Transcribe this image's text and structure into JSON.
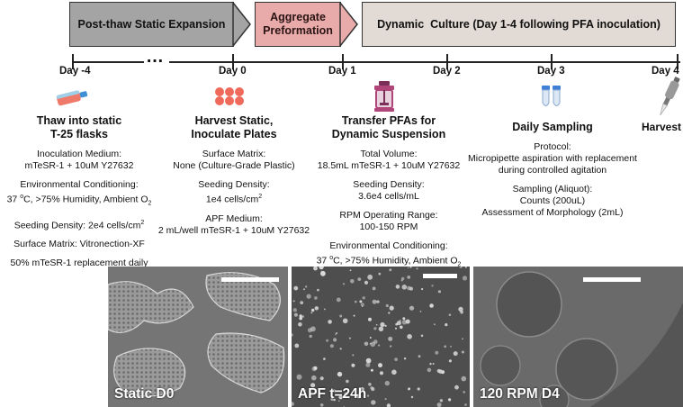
{
  "phases": [
    {
      "label": "Post-thaw Static Expansion"
    },
    {
      "label": "Aggregate Preformation"
    },
    {
      "label": "Dynamic  Culture (Day 1-4 following PFA inoculation)"
    }
  ],
  "timeline": {
    "ellipsis": "…",
    "days": [
      "Day -4",
      "Day 0",
      "Day 1",
      "Day 2",
      "Day 3",
      "Day 4"
    ]
  },
  "columns": {
    "thaw": {
      "heading1": "Thaw into static",
      "heading2": "T-25 flasks",
      "inoc_label": "Inoculation Medium:",
      "inoc_value": "mTeSR-1 + 10uM Y27632",
      "env_label": "Environmental Conditioning:",
      "env_value_pre": "37 ",
      "env_value_deg": "o",
      "env_value_mid": "C, >75% Humidity, Ambient O",
      "env_value_sub": "2",
      "seed": "Seeding Density: 2e4 cells/cm",
      "seed_sup": "2",
      "matrix": "Surface Matrix: Vitronection-XF",
      "replace": "50% mTeSR-1 replacement daily"
    },
    "harvest_static": {
      "heading1": "Harvest Static,",
      "heading2": "Inoculate Plates",
      "matrix_label": "Surface Matrix:",
      "matrix_value": "None (Culture-Grade Plastic)",
      "seed_label": "Seeding Density:",
      "seed_value": "1e4 cells/cm",
      "seed_sup": "2",
      "apf_label": "APF Medium:",
      "apf_value": "2 mL/well mTeSR-1 + 10uM Y27632"
    },
    "transfer": {
      "heading1": "Transfer PFAs for",
      "heading2": "Dynamic Suspension",
      "vol_label": "Total Volume:",
      "vol_value": "18.5mL mTeSR-1 + 10uM Y27632",
      "seed_label": "Seeding Density:",
      "seed_value": "3.6e4 cells/mL",
      "rpm_label": "RPM Operating Range:",
      "rpm_value": "100-150 RPM",
      "env_label": "Environmental Conditioning:",
      "env_value_pre": "37 ",
      "env_value_deg": "o",
      "env_value_mid": "C, >75% Humidity, Ambient O",
      "env_value_sub": "2"
    },
    "sampling": {
      "heading": "Daily Sampling",
      "protocol_label": "Protocol:",
      "protocol_line1": "Micropipette aspiration with replacement",
      "protocol_line2": "during controlled agitation",
      "aliquot_label": "Sampling (Aliquot):",
      "aliquot_line1": "Counts (200uL)",
      "aliquot_line2": "Assessment of Morphology (2mL)"
    },
    "harvest": {
      "heading": "Harvest"
    }
  },
  "photos": [
    {
      "caption": "Static D0"
    },
    {
      "caption": "APF t=24h"
    },
    {
      "caption": "120 RPM D4"
    }
  ],
  "colors": {
    "phase1": "#a4a4a4",
    "phase2": "#e9aaaa",
    "phase3": "#e2dbd5",
    "flask_icon": "#f07a6a",
    "plate_icon": "#ef6a5a",
    "bioreactor_icon": "#b0457a",
    "tube_icon": "#3f7fd6"
  }
}
